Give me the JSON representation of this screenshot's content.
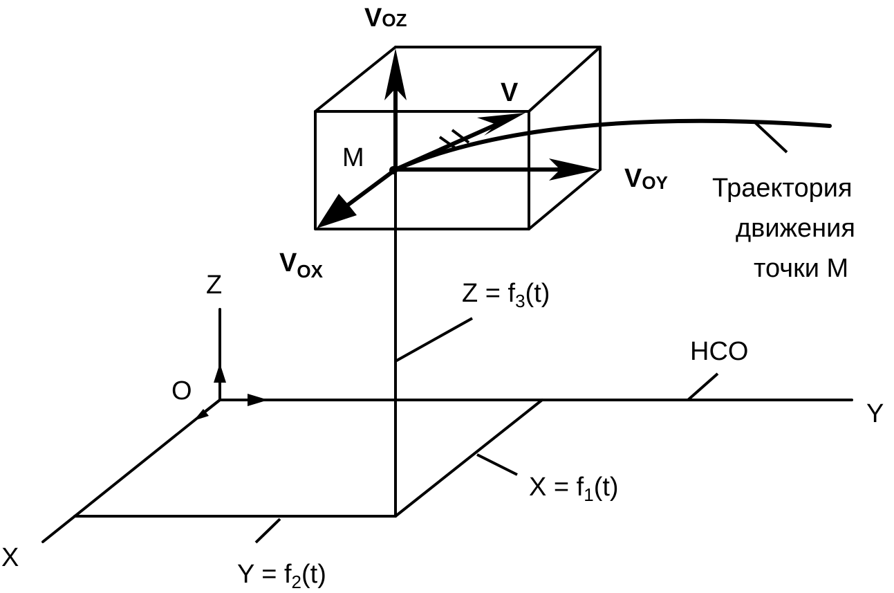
{
  "labels": {
    "v_oz": {
      "main": "V",
      "sub": "OZ"
    },
    "v": "V",
    "m": "M",
    "v_oy": {
      "main": "V",
      "sub": "OY"
    },
    "v_ox": {
      "main": "V",
      "sub": "OX"
    },
    "trajectory": [
      "Траектория",
      "движения",
      "точки M"
    ],
    "axis_z": "Z",
    "z_eq": {
      "main": "Z  = f",
      "sub": "3",
      "tail": "(t)"
    },
    "hco": "HCO",
    "origin": "O",
    "axis_y": "Y",
    "x_eq": {
      "main": "X = f",
      "sub": "1",
      "tail": "(t)"
    },
    "axis_x": "X",
    "y_eq": {
      "main": "Y = f",
      "sub": "2",
      "tail": "(t)"
    }
  },
  "colors": {
    "stroke": "#000000",
    "background": "#ffffff"
  }
}
